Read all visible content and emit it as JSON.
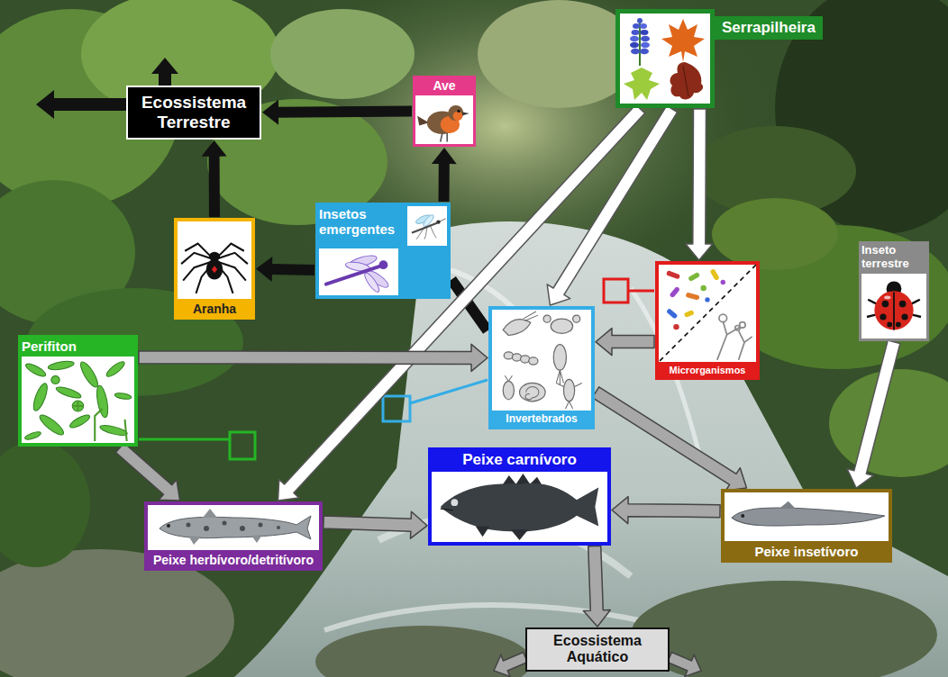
{
  "diagram": {
    "nodes": [
      {
        "text": [
          "Ecossistema Terrestre"
        ]
      },
      {
        "text": [
          "Ave"
        ]
      },
      {
        "text": [
          "Serrapilheira"
        ]
      },
      {
        "text": [
          "Inseto terrestre"
        ]
      },
      {
        "text": [
          "Aranha"
        ]
      },
      {
        "text": [
          "Insetos emergentes"
        ]
      },
      {
        "text": [
          "Perifiton"
        ]
      },
      {
        "text": [
          "Microrganismos"
        ]
      },
      {
        "text": [
          "Invertebrados"
        ]
      },
      {
        "text": [
          "Peixe carnívoro"
        ]
      },
      {
        "text": [
          "Peixe insetívoro"
        ]
      },
      {
        "text": [
          "Peixe herbívoro/detritívoro"
        ]
      },
      {
        "text": [
          "Ecossistema Aquático"
        ]
      }
    ],
    "edges": [
      {
        "from": 1,
        "to": 0,
        "arrow": "to"
      },
      {
        "from": 4,
        "to": 0,
        "arrow": "to"
      },
      {
        "from": 5,
        "to": 1,
        "arrow": "to"
      },
      {
        "from": 5,
        "to": 4,
        "arrow": "to"
      },
      {
        "from": 8,
        "to": 5,
        "arrow": "none"
      },
      {
        "from": 2,
        "to": 11,
        "arrow": "to"
      },
      {
        "from": 2,
        "to": 8,
        "arrow": "to"
      },
      {
        "from": 2,
        "to": 7,
        "arrow": "to"
      },
      {
        "from": 6,
        "to": 8,
        "arrow": "to"
      },
      {
        "from": 6,
        "to": 11,
        "arrow": "to"
      },
      {
        "from": 7,
        "to": 8,
        "arrow": "to"
      },
      {
        "from": 8,
        "to": 10,
        "arrow": "to"
      },
      {
        "from": 3,
        "to": 10,
        "arrow": "to"
      },
      {
        "from": 11,
        "to": 9,
        "arrow": "to"
      },
      {
        "from": 10,
        "to": 9,
        "arrow": "to"
      },
      {
        "from": 9,
        "to": 12,
        "arrow": "to"
      }
    ]
  }
}
